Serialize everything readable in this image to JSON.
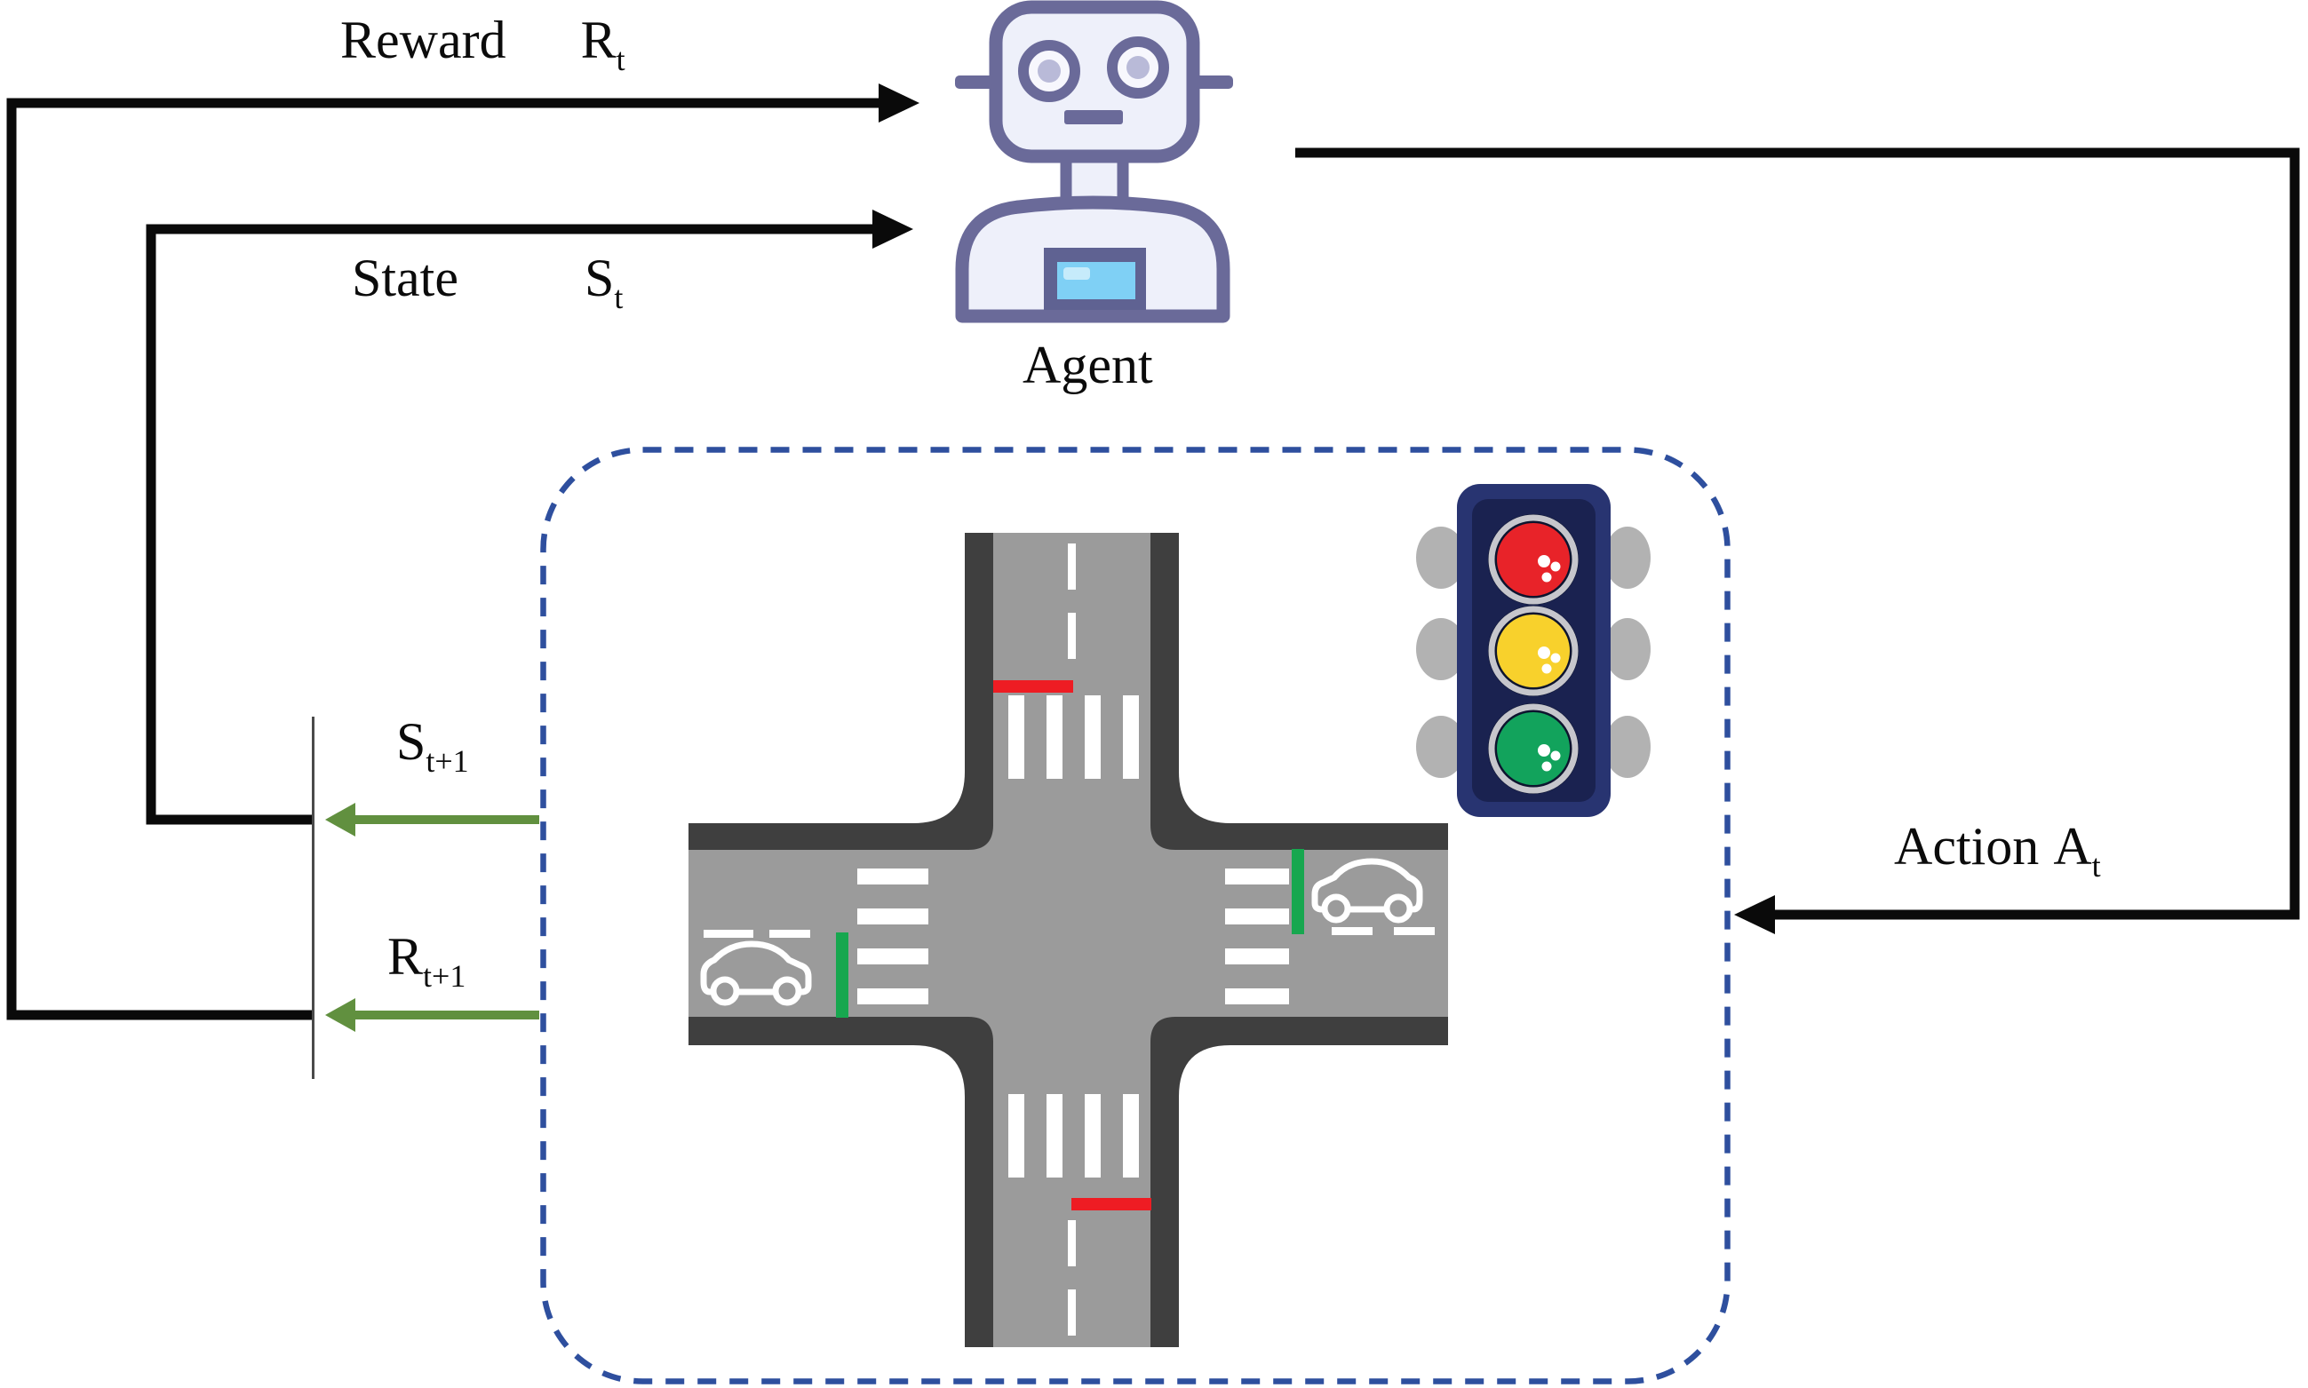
{
  "labels": {
    "reward": {
      "word": "Reward",
      "symbol": "R",
      "sub": "t"
    },
    "state": {
      "word": "State",
      "symbol": "S",
      "sub": "t"
    },
    "agent": "Agent",
    "action": {
      "word": "Action",
      "symbol": "A",
      "sub": "t"
    },
    "next_state": {
      "symbol": "S",
      "sub": "t+1"
    },
    "next_reward": {
      "symbol": "R",
      "sub": "t+1"
    }
  },
  "icons": {
    "agent": "robot-icon",
    "environment_border": "dashed-rounded-box",
    "traffic_light": "traffic-light-icon",
    "vehicles": "car-icon",
    "scene": "road-intersection"
  },
  "colors": {
    "arrow_black": "#0a0a0a",
    "arrow_green": "#61903f",
    "divider_gray": "#4a4a4a",
    "dashed_border_blue": "#2e4f9e",
    "road_asphalt": "#9b9b9b",
    "road_edge": "#3f3f3f",
    "marking_white": "#ffffff",
    "stop_line_red": "#ee1c23",
    "signal_bar_green": "#17a74f",
    "traffic_light_body": "#283471",
    "traffic_light_inner": "#1a2250",
    "traffic_light_wing_gray": "#b2b2b2",
    "light_ring_silver": "#c6c6cc",
    "light_red": "#e82329",
    "light_yellow": "#f8d12c",
    "light_green": "#12a35c",
    "robot_outline": "#6a6a99",
    "robot_fill": "#eef0fa",
    "robot_pupil": "#b9bad8",
    "robot_screen_frame": "#5f6292",
    "robot_screen_blue": "#7fd0f5",
    "robot_screen_highlight": "#c6ebfb"
  }
}
